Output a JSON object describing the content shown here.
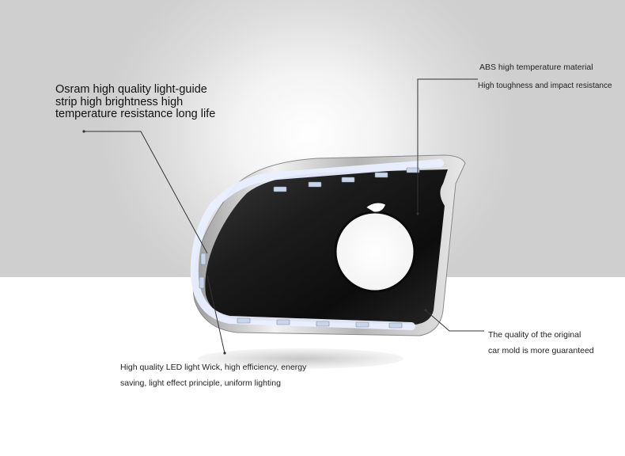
{
  "callouts": {
    "osram": {
      "lines": [
        "Osram high quality light-guide",
        "strip high brightness high",
        "temperature resistance long life"
      ]
    },
    "abs": {
      "line1": "ABS high temperature material",
      "line2": "High toughness and impact resistance"
    },
    "quality": {
      "line1": "The quality of the original",
      "line2": "car mold is more guaranteed"
    },
    "led": {
      "line1": "High quality LED light Wick, high efficiency, energy",
      "line2": "saving, light effect principle, uniform lighting"
    }
  },
  "colors": {
    "background_top": "#d6d6d6",
    "background_bottom": "#ffffff",
    "housing": "#1a1a1a",
    "chrome": "#c8c8c8",
    "led_glow": "#eef4ff",
    "leader_line": "#333333"
  }
}
